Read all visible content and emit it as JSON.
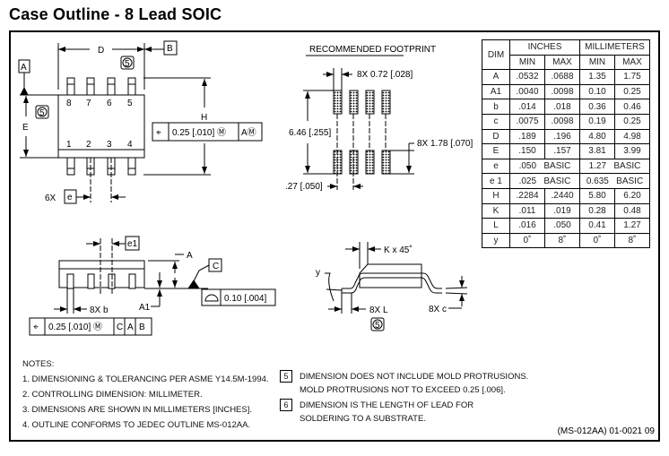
{
  "title": "Case Outline - 8 Lead SOIC",
  "top_view": {
    "datum_a": "A",
    "datum_b": "B",
    "dim_d": "D",
    "dim_e": "E",
    "dim_h": "H",
    "note_ref": "5",
    "pins_top": [
      "8",
      "7",
      "6",
      "5"
    ],
    "pins_bottom": [
      "1",
      "2",
      "3",
      "4"
    ],
    "fcf": {
      "symbol": "⌖",
      "tolerance": "0.25 [.010] Ⓜ",
      "datum": "AⓂ"
    },
    "pitch_count": "6X",
    "pitch_label": "e"
  },
  "footprint": {
    "title": "RECOMMENDED FOOTPRINT",
    "pad_width": "8X 0.72 [.028]",
    "span": "6.46 [.255]",
    "pad_length": "8X 1.78 [.070]",
    "pitch": ".27 [.050]"
  },
  "side_view": {
    "e1": "e1",
    "dim_a": "A",
    "dim_a1": "A1",
    "datum_c": "C",
    "lead_width": "8X b",
    "flatness": {
      "symbol": "⌓",
      "tolerance": "0.10 [.004]"
    },
    "fcf": {
      "symbol": "⌖",
      "tolerance": "0.25 [.010] Ⓜ",
      "datums": [
        "C",
        "A",
        "B"
      ]
    }
  },
  "end_view": {
    "chamfer": "K x 45˚",
    "angle": "y",
    "lead_length": "8X L",
    "lead_thickness": "8X c",
    "note_ref": "5"
  },
  "table": {
    "header": {
      "dim": "DIM",
      "inches": "INCHES",
      "mm": "MILLIMETERS",
      "min": "MIN",
      "max": "MAX"
    },
    "rows": [
      {
        "dim": "A",
        "in_min": ".0532",
        "in_max": ".0688",
        "mm_min": "1.35",
        "mm_max": "1.75"
      },
      {
        "dim": "A1",
        "in_min": ".0040",
        "in_max": ".0098",
        "mm_min": "0.10",
        "mm_max": "0.25"
      },
      {
        "dim": "b",
        "in_min": ".014",
        "in_max": ".018",
        "mm_min": "0.36",
        "mm_max": "0.46"
      },
      {
        "dim": "c",
        "in_min": ".0075",
        "in_max": ".0098",
        "mm_min": "0.19",
        "mm_max": "0.25"
      },
      {
        "dim": "D",
        "in_min": ".189",
        "in_max": ".196",
        "mm_min": "4.80",
        "mm_max": "4.98"
      },
      {
        "dim": "E",
        "in_min": ".150",
        "in_max": ".157",
        "mm_min": "3.81",
        "mm_max": "3.99"
      },
      {
        "dim": "e",
        "in_basic": ".050   BASIC",
        "mm_basic": "1.27   BASIC"
      },
      {
        "dim": "e 1",
        "in_basic": ".025   BASIC",
        "mm_basic": "0.635   BASIC"
      },
      {
        "dim": "H",
        "in_min": ".2284",
        "in_max": ".2440",
        "mm_min": "5.80",
        "mm_max": "6.20"
      },
      {
        "dim": "K",
        "in_min": ".011",
        "in_max": ".019",
        "mm_min": "0.28",
        "mm_max": "0.48"
      },
      {
        "dim": "L",
        "in_min": ".016",
        "in_max": ".050",
        "mm_min": "0.41",
        "mm_max": "1.27"
      },
      {
        "dim": "y",
        "in_min": "0˚",
        "in_max": "8˚",
        "mm_min": "0˚",
        "mm_max": "8˚"
      }
    ]
  },
  "notes": {
    "heading": "NOTES:",
    "items": [
      "1.  DIMENSIONING & TOLERANCING PER ASME Y14.5M-1994.",
      "2.  CONTROLLING DIMENSION: MILLIMETER.",
      "3.  DIMENSIONS ARE SHOWN IN MILLIMETERS [INCHES].",
      "4.  OUTLINE CONFORMS TO JEDEC OUTLINE MS-012AA."
    ],
    "flagged": [
      {
        "num": "5",
        "line1": "DIMENSION DOES NOT INCLUDE MOLD PROTRUSIONS.",
        "line2": "MOLD PROTRUSIONS NOT TO EXCEED 0.25 [.006]."
      },
      {
        "num": "6",
        "line1": "DIMENSION IS THE LENGTH OF LEAD FOR",
        "line2": "SOLDERING TO A SUBSTRATE."
      }
    ]
  },
  "reference": "(MS-012AA)  01-0021  09"
}
